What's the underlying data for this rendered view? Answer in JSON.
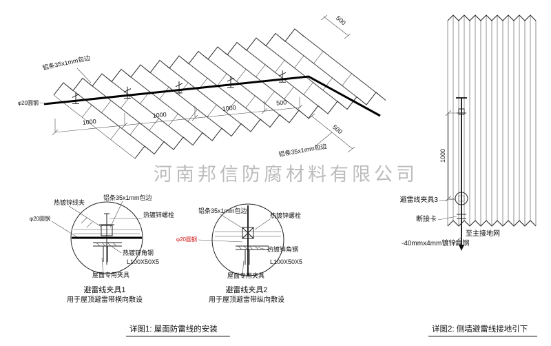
{
  "watermark": "河南邦信防腐材料有限公司",
  "colors": {
    "ink": "#222222",
    "accent_red": "#cc1111",
    "watermark_gray": "#b5b5b5"
  },
  "roof": {
    "alum_edge_label": "铝条35x1mm包边",
    "rod_label": "φ20圆钢",
    "dim_1000": "1000",
    "dim_500": "500"
  },
  "detail1": {
    "wire_clamp": "热镀锌线夹",
    "alum_edge": "铝条35x1mm包边",
    "bolt": "热镀锌螺栓",
    "rod": "φ20圆钢",
    "angle_steel": "热镀锌角钢",
    "angle_size": "L100X50X5",
    "roof_clamp": "屋面专用夹具",
    "title": "避雷线夹具1",
    "subtitle": "用于屋顶避雷带横向敷设"
  },
  "detail2": {
    "alum_edge": "铝条35x1mm包边",
    "bolt": "热镀锌螺栓",
    "rod": "φ20圆钢",
    "angle_steel": "热镀锌角钢",
    "angle_size": "L100X50X5",
    "roof_clamp": "屋面专用夹具",
    "title": "避雷线夹具2",
    "subtitle": "用于屋顶避雷带纵向敷设"
  },
  "wall": {
    "dim_1000": "1000",
    "clamp3": "避雷线夹具3",
    "disconnect": "断接卡",
    "to_ground": "至主接地网",
    "flat_steel": "-40mmx4mm镀锌扁钢"
  },
  "captions": {
    "fig1": "详图1: 屋面防雷线的安装",
    "fig2": "详图2: 侧墙避雷线接地引下"
  }
}
